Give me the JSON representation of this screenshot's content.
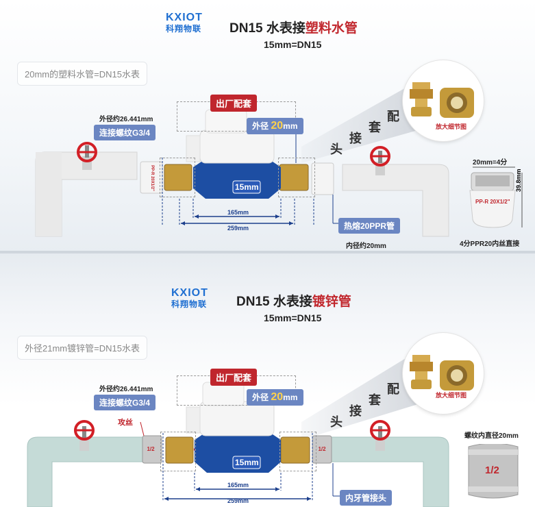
{
  "brand": {
    "name_en": "KXIOT",
    "name_cn": "科翔物联"
  },
  "colors": {
    "accent_red": "#c0262d",
    "label_blue": "#6b86c2",
    "pipe_white": "#eaeaea",
    "pipe_green": "#bfd6d3",
    "brass": "#c49a3a",
    "meter_blue": "#1d4ea3",
    "logo_blue": "#1f6fd1"
  },
  "panel_top": {
    "title_prefix": "DN15 水表接",
    "title_highlight": "塑料水管",
    "subtitle": "15mm=DN15",
    "note": "20mm的塑料水管=DN15水表",
    "factory_label": "出厂配套",
    "outer_diameter_note": "外径约26.441mm",
    "thread_label": "连接螺纹G3/4",
    "outer_label_prefix": "外径",
    "outer_label_value": "20",
    "outer_label_unit": "mm",
    "meter_size": "15mm",
    "dim_inner": "165mm",
    "dim_outer": "259mm",
    "beam_chars": [
      "配",
      "套",
      "接",
      "头"
    ],
    "zoom_caption": "放大细节图",
    "fitting_label": "热熔20PPR管",
    "inner_diameter_note": "内径约20mm",
    "fitting_print": "PP-R 20X1/2\"",
    "side_top_label": "20mm=4分",
    "side_height_label": "39.8mm",
    "side_fitting_print": "PP-R 20X1/2\"",
    "side_caption": "4分PPR20内丝直接"
  },
  "panel_bottom": {
    "title_prefix": "DN15 水表接",
    "title_highlight": "镀锌管",
    "subtitle": "15mm=DN15",
    "note": "外径21mm镀锌管=DN15水表",
    "factory_label": "出厂配套",
    "outer_diameter_note": "外径约26.441mm",
    "thread_label": "连接螺纹G3/4",
    "outer_label_prefix": "外径",
    "outer_label_value": "20",
    "outer_label_unit": "mm",
    "meter_size": "15mm",
    "dim_inner": "165mm",
    "dim_outer": "259mm",
    "beam_chars": [
      "配",
      "套",
      "接",
      "头"
    ],
    "zoom_caption": "放大细节图",
    "tap_label": "攻丝",
    "fitting_label": "内牙管接头",
    "side_top_label": "螺纹内直径20mm",
    "side_fitting_print": "1/2"
  }
}
